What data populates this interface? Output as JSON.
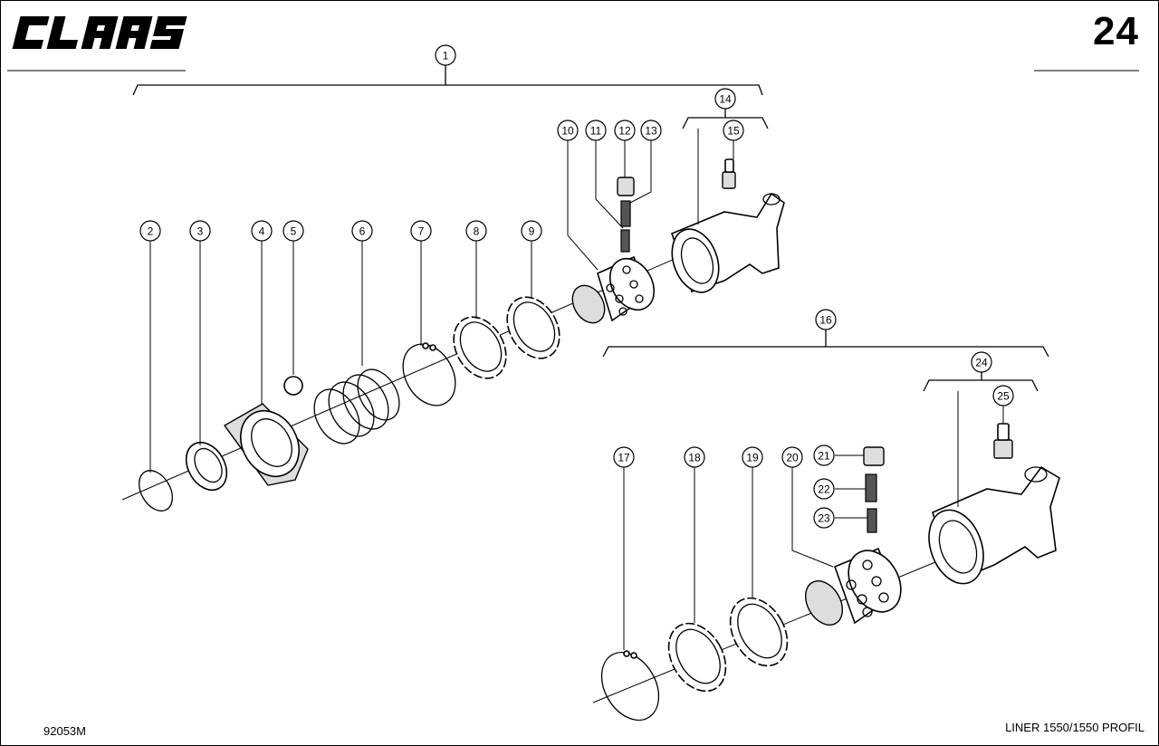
{
  "header": {
    "brand": "CLAAS",
    "page_number": "24"
  },
  "footer": {
    "reference_code": "92053M",
    "model": "LINER 1550/1550 PROFIL"
  },
  "callouts": [
    "1",
    "2",
    "3",
    "4",
    "5",
    "6",
    "7",
    "8",
    "9",
    "10",
    "11",
    "12",
    "13",
    "14",
    "15",
    "16",
    "17",
    "18",
    "19",
    "20",
    "21",
    "22",
    "23",
    "24",
    "25"
  ],
  "colors": {
    "line": "#000000",
    "background": "#ffffff"
  }
}
